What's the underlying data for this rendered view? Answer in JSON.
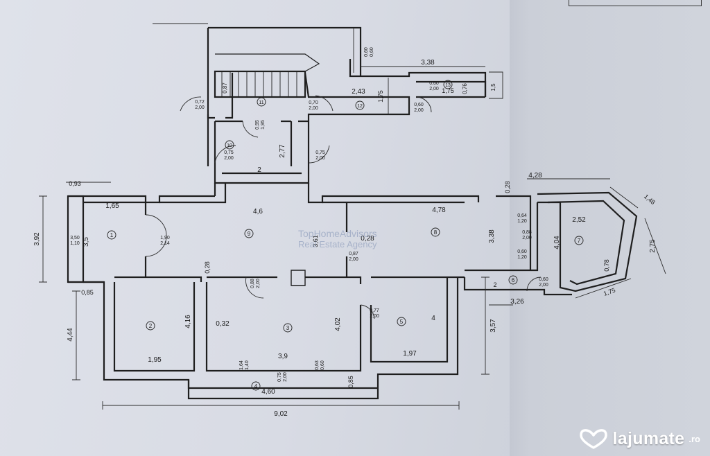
{
  "logo": {
    "name": "lajumate",
    "tld": ".ro"
  },
  "watermark": {
    "line1": "TopHomeAdvisors",
    "line2": "Real Estate Agency"
  },
  "rooms": [
    "1",
    "2",
    "3",
    "4",
    "5",
    "6",
    "7",
    "8",
    "9",
    "10",
    "11",
    "12",
    "13"
  ],
  "dimensions": {
    "total_width": "9,02",
    "front_width": "4,60",
    "r9_width": "4,6",
    "r8_width": "4,78",
    "r1_width": "1,65",
    "left_offset": "0,93",
    "left_height": "3,92",
    "r1_height": "3,5",
    "left_bottom": "4,44",
    "bottom_step": "0,85",
    "r2_width": "1,95",
    "r2_height": "4,16",
    "r3_width": "3,9",
    "r3_height": "4,02",
    "r3_left": "0,32",
    "r5_width": "1,97",
    "r5_height": "4",
    "right_height": "3,57",
    "r8_height": "3,38",
    "r7_width": "2,52",
    "r7_height": "4,04",
    "r7_side": "2,75",
    "r7_corner": "1,48",
    "r7_top": "4,28",
    "r7_inner": "0,78",
    "r6_width": "3,26",
    "r6_small": "2",
    "r7_bottom": "1,75",
    "wall_028a": "0,28",
    "wall_028b": "0,28",
    "wall_028c": "0,28",
    "wall_361": "3,61",
    "r10_height": "2,77",
    "r10_width": "2",
    "r12_width": "2,43",
    "r12_height": "1,75",
    "r13_top": "3,38",
    "r13_w": "1,75",
    "r13_a": "0,76",
    "r13_b": "1,5",
    "r11_h": "0,87",
    "r4_step": "0,85"
  },
  "openings": {
    "d1": "1,90",
    "d1b": "2,14",
    "d2": "0,72",
    "d2b": "2,00",
    "d3": "0,70",
    "d3b": "2,00",
    "d4": "0,75",
    "d4b": "2,00",
    "d5": "0,75",
    "d5b": "2,00",
    "d6": "0,87",
    "d6b": "2,00",
    "d7": "0,77",
    "d7b": "2,00",
    "d8": "0,60",
    "d8b": "2,00",
    "d9": "0,60",
    "d9b": "2,00",
    "d10": "0,95",
    "d10b": "1,95",
    "d11": "0,88",
    "d11b": "2,00",
    "d12": "0,75",
    "d12b": "2,00",
    "w1": "3,50",
    "w1b": "1,10",
    "w2": "0,64",
    "w2b": "1,20",
    "w3": "0,88",
    "w3b": "2,00",
    "w4": "0,60",
    "w4b": "1,20",
    "w5": "0,60",
    "w5b": "2,00",
    "w6": "1,64",
    "w6b": "1,40",
    "w7": "0,63",
    "w7b": "0,60",
    "w8": "0,60",
    "w8b": "0,60"
  }
}
